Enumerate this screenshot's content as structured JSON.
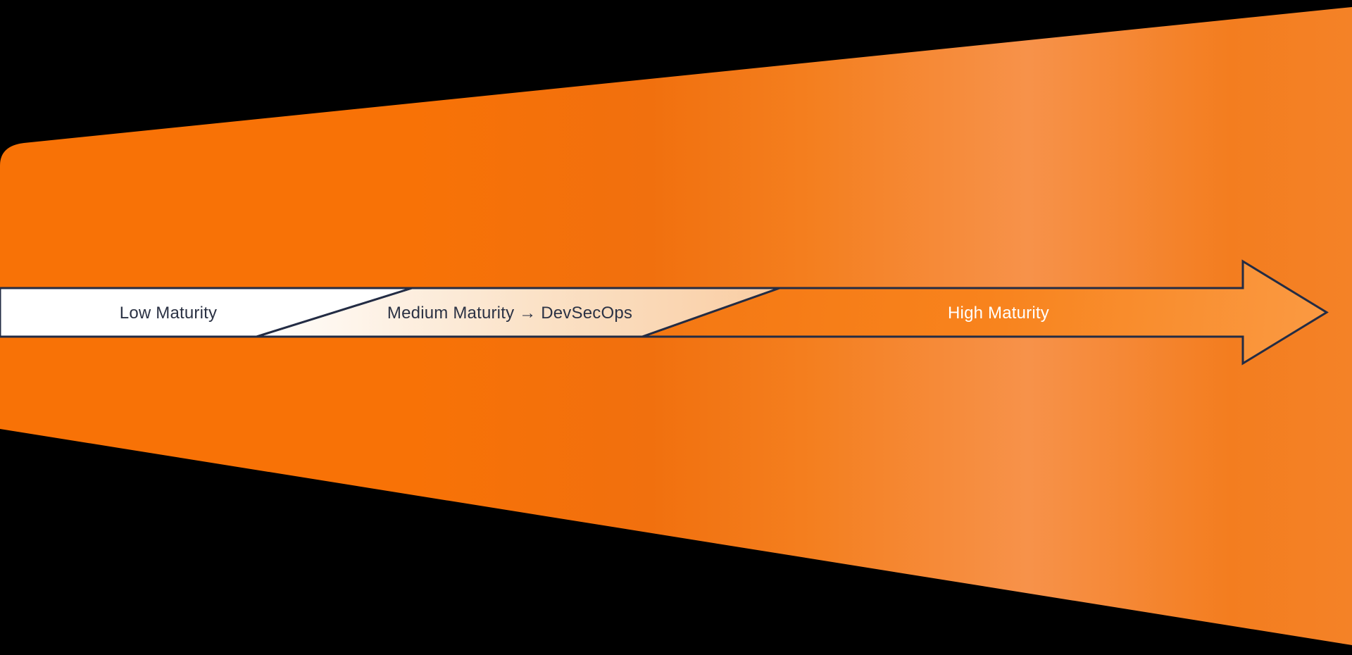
{
  "page": {
    "background_color": "#000000"
  },
  "diagram": {
    "type": "horizontal-arrow-maturity-funnel",
    "arrow_direction": "right",
    "colors": {
      "outline": "#232c44",
      "funnel_stop_0": "#f87206",
      "funnel_stop_1": "#f87206",
      "funnel_stop_2": "#f1700e",
      "funnel_stop_3": "#f47f1f",
      "funnel_stop_4": "#f7924a",
      "funnel_stop_5": "#f37d1f",
      "funnel_stop_6": "#f48227",
      "low_fill": "#ffffff",
      "medium_fill_start": "#fffdfb",
      "medium_fill_mid": "#fbe3c9",
      "medium_fill_end": "#f9cda3",
      "high_fill_start": "#f47712",
      "high_fill_mid": "#f8831d",
      "high_fill_end": "#fa9a43",
      "label_dark": "#2b3244",
      "label_light": "#ffffff"
    },
    "segments": [
      {
        "id": "low",
        "label": "Low Maturity"
      },
      {
        "id": "medium",
        "label": "Medium Maturity → DevSecOps"
      },
      {
        "id": "high",
        "label": "High Maturity"
      }
    ]
  }
}
